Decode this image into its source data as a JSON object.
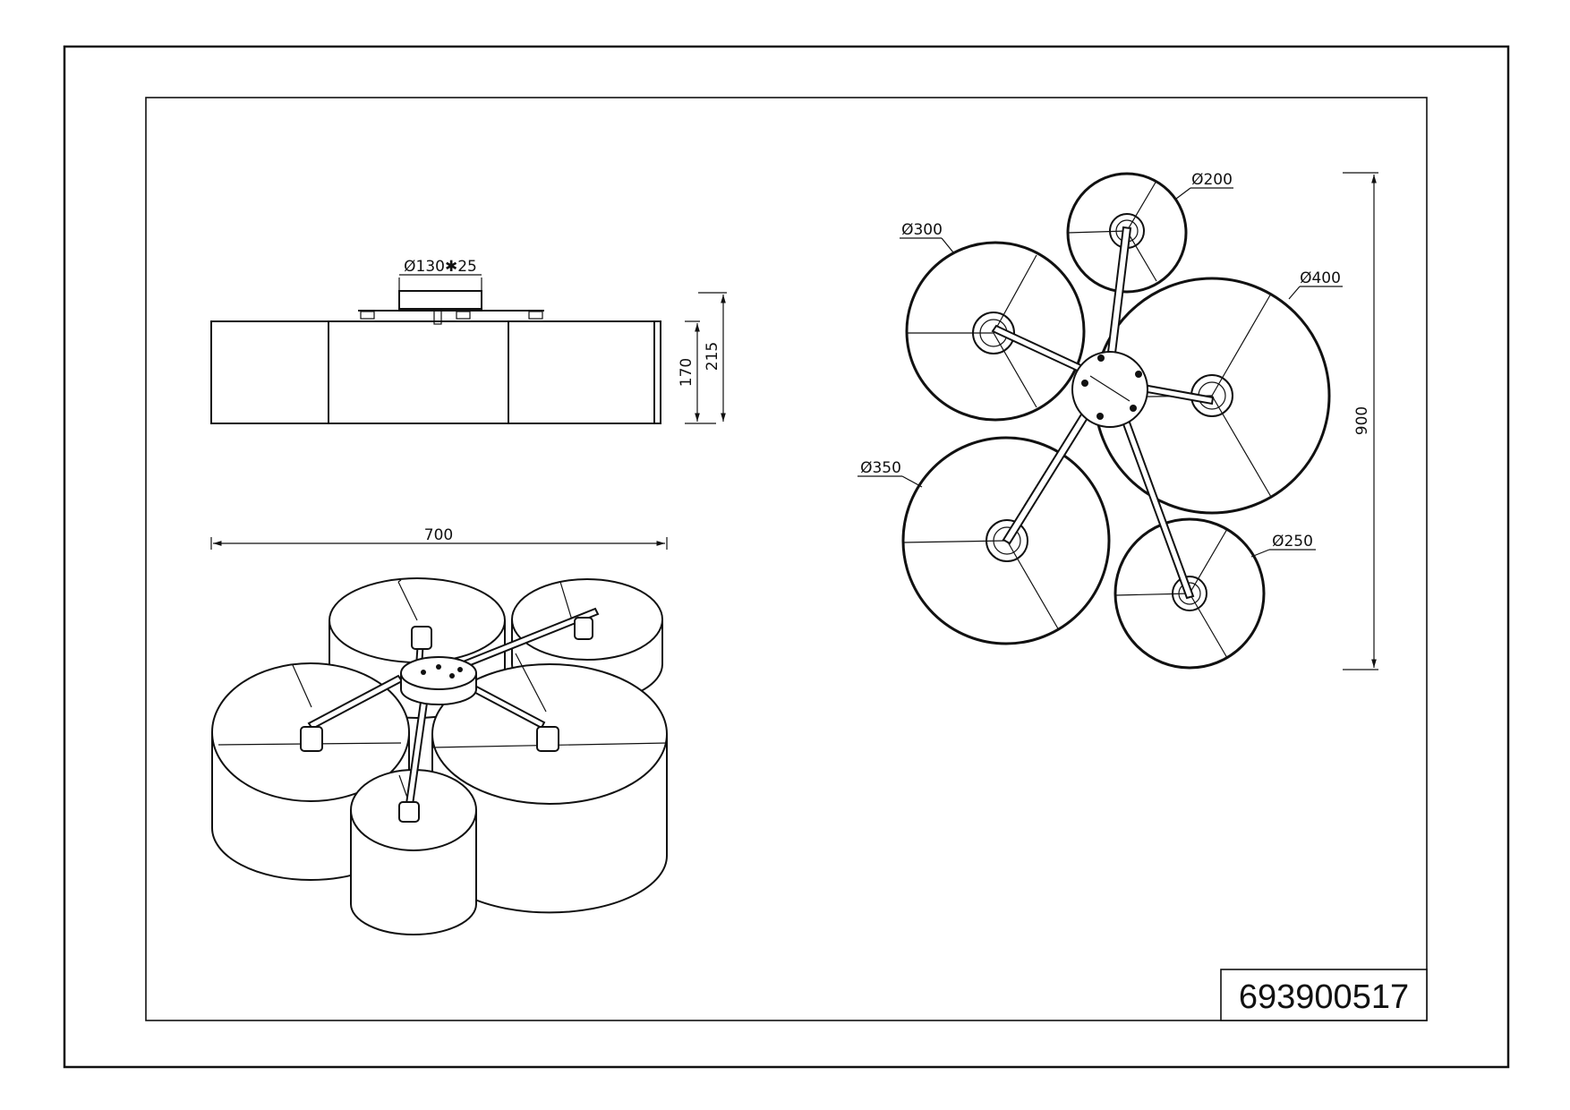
{
  "drawing": {
    "part_number": "693900517",
    "side_view": {
      "canopy_dim": "Ø130✱25",
      "dim_height_shade": "170",
      "dim_height_total": "215"
    },
    "width_dim": "700",
    "top_view": {
      "dim_total": "900",
      "shades": {
        "s200": "Ø200",
        "s300": "Ø300",
        "s400": "Ø400",
        "s350": "Ø350",
        "s250": "Ø250"
      }
    }
  }
}
